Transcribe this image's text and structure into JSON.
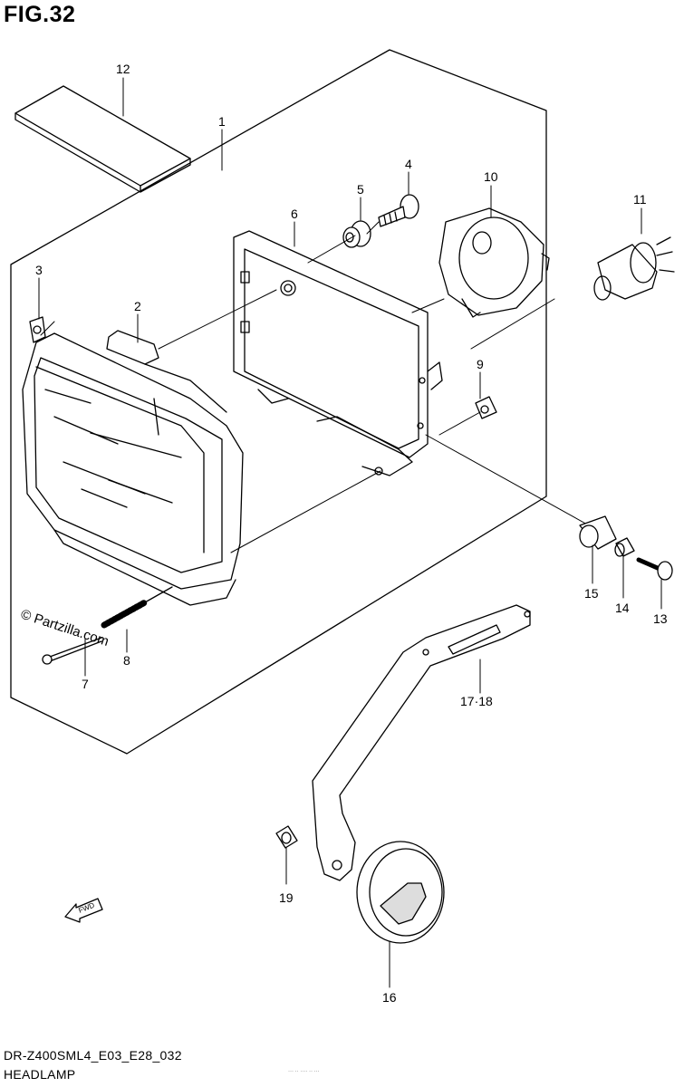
{
  "figure": {
    "title": "FIG.32",
    "model_code": "DR-Z400SML4_E03_E28_032",
    "section_name": "HEADLAMP"
  },
  "watermark": "© Partzilla.com",
  "fwd_marker": "FWD",
  "tiny_print": "··· ·· ···· ·· ···",
  "callouts": [
    "1",
    "2",
    "3",
    "4",
    "5",
    "6",
    "7",
    "8",
    "9",
    "10",
    "11",
    "12",
    "13",
    "14",
    "15",
    "16",
    "17·18",
    "19"
  ]
}
